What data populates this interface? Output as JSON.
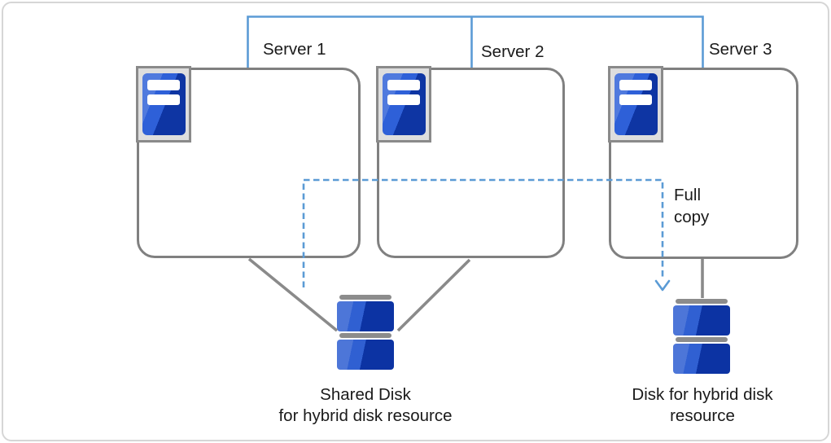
{
  "diagram": {
    "servers": [
      {
        "label": "Server 1"
      },
      {
        "label": "Server 2"
      },
      {
        "label": "Server 3"
      }
    ],
    "annotations": {
      "full_copy": {
        "line1": "Full",
        "line2": "copy"
      }
    },
    "disks": {
      "shared": {
        "line1": "Shared Disk",
        "line2": "for hybrid disk resource"
      },
      "hybrid": {
        "line1": "Disk for hybrid disk",
        "line2": "resource"
      }
    },
    "icons": {
      "server": "server-icon",
      "disk": "disk-stack-icon"
    },
    "colors": {
      "connector_blue": "#5B9BD5",
      "line_gray": "#808080",
      "icon_frame_gray": "#8A8A8A",
      "icon_blue_light": "#2E60D8",
      "icon_blue_dark": "#0E35A3",
      "disk_cap_gray": "#8C8C8C",
      "text": "#1A1A1A"
    }
  }
}
